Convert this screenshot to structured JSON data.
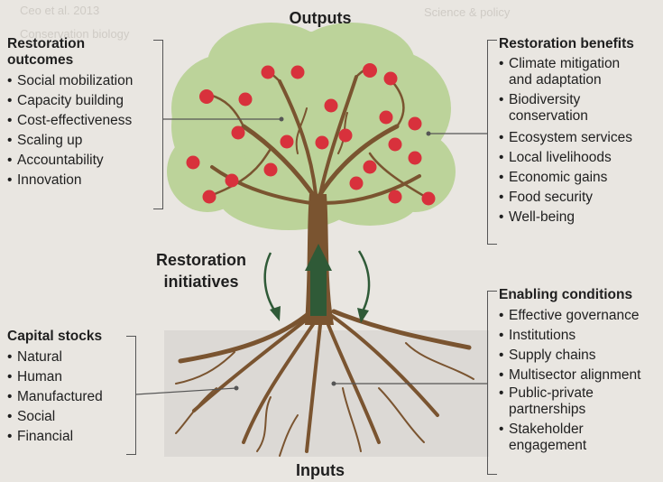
{
  "outputs_label": "Outputs",
  "inputs_label": "Inputs",
  "center_label": {
    "line1": "Restoration",
    "line2": "initiatives"
  },
  "restoration_outcomes": {
    "heading_line1": "Restoration",
    "heading_line2": "outcomes",
    "items": [
      "Social mobilization",
      "Capacity building",
      "Cost-effectiveness",
      "Scaling up",
      "Accountability",
      "Innovation"
    ]
  },
  "restoration_benefits": {
    "heading": "Restoration benefits",
    "items": [
      "Climate mitigation and adaptation",
      "Biodiversity conservation",
      "Ecosystem services",
      "Local livelihoods",
      "Economic gains",
      "Food security",
      "Well-being"
    ]
  },
  "capital_stocks": {
    "heading": "Capital stocks",
    "items": [
      "Natural",
      "Human",
      "Manufactured",
      "Social",
      "Financial"
    ]
  },
  "enabling_conditions": {
    "heading": "Enabling conditions",
    "items": [
      "Effective governance",
      "Institutions",
      "Supply chains",
      "Multisector alignment",
      "Public-private partnerships",
      "Stakeholder engagement"
    ]
  },
  "colors": {
    "canopy": "#bcd39a",
    "trunk": "#7a5430",
    "fruit": "#d8313c",
    "arrow": "#2f5a37",
    "background": "#e9e6e1"
  }
}
